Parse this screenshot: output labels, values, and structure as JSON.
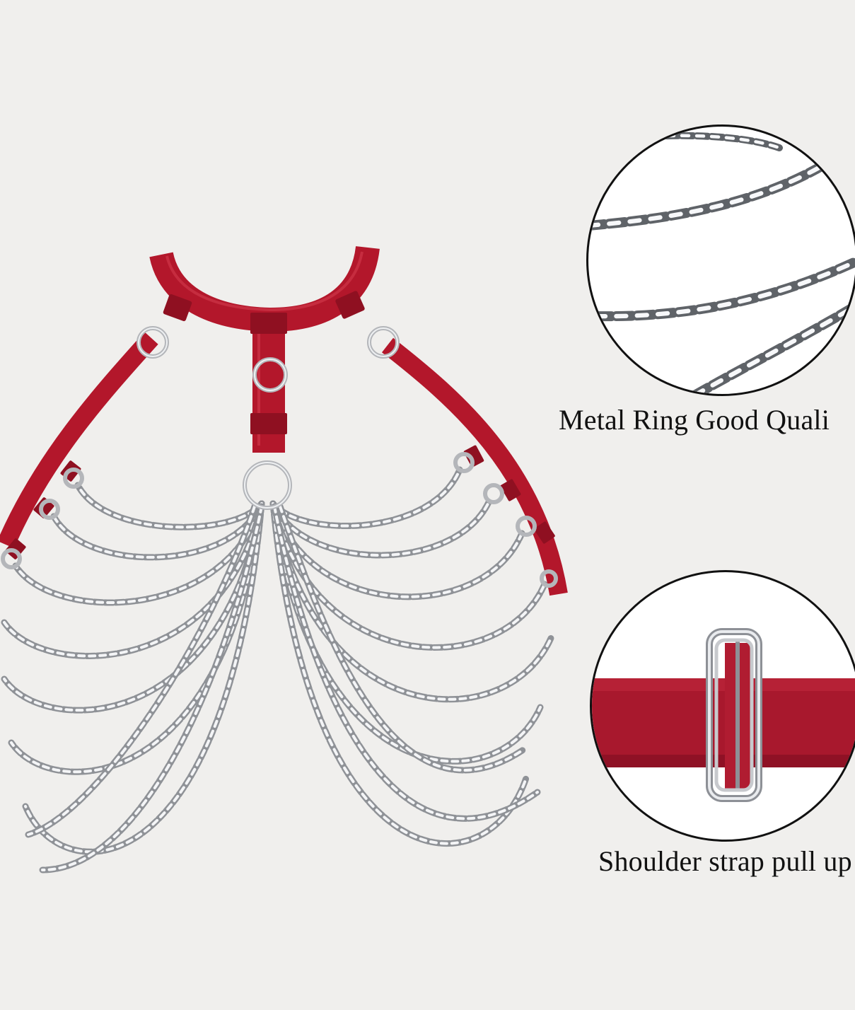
{
  "product": {
    "image_name": "body-chain-harness",
    "strap_color": "#b3172b",
    "metal_color": "#c9cbcf"
  },
  "details": [
    {
      "caption": "Metal Ring Good Quali"
    },
    {
      "caption": "Shoulder strap pull up"
    }
  ],
  "colors": {
    "background": "#f0efed",
    "circle_border": "#111111",
    "caption_text": "#111111"
  }
}
